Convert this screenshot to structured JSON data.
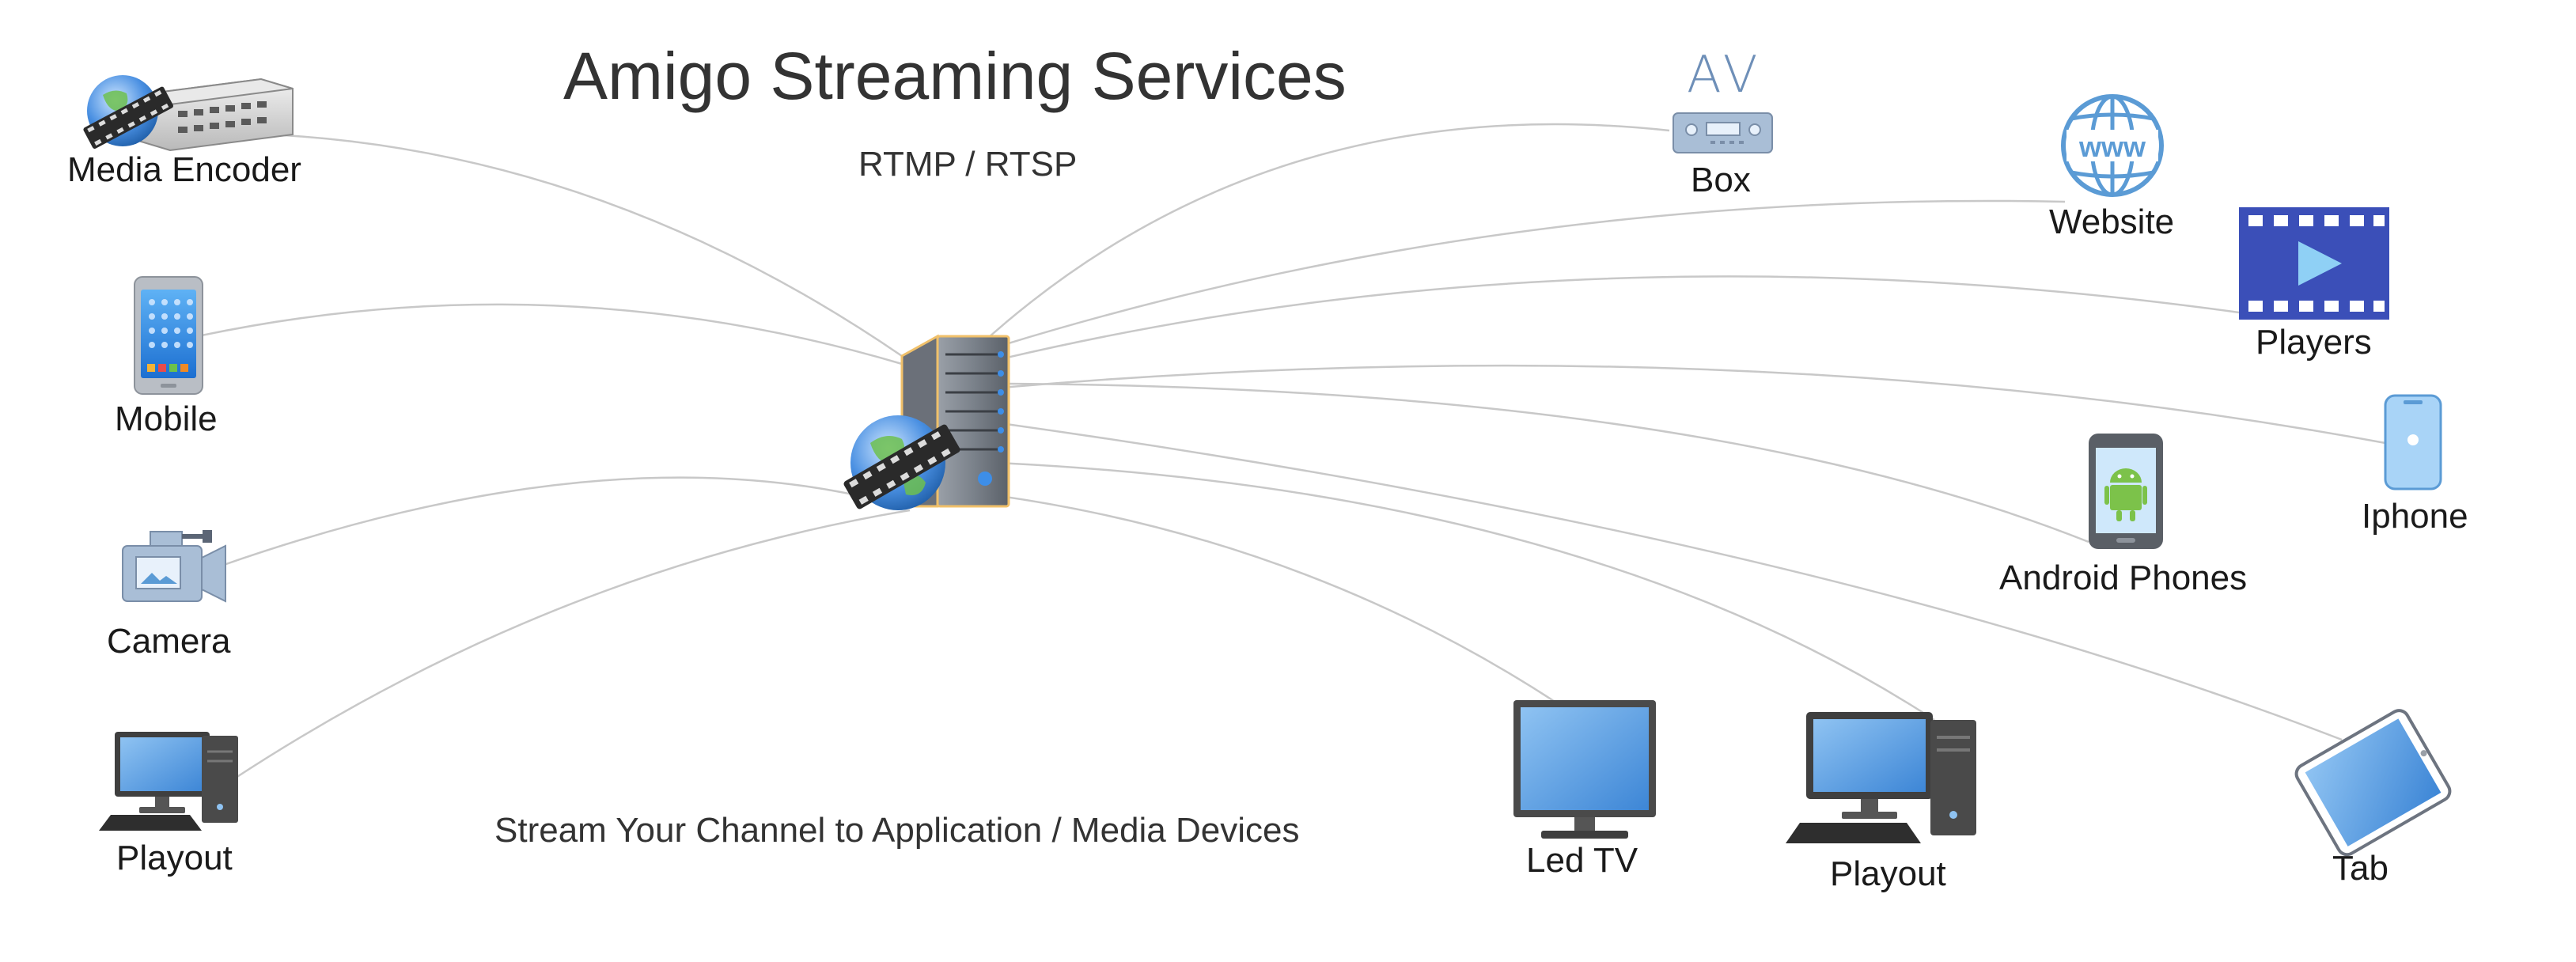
{
  "diagram": {
    "title": "Amigo Streaming Services",
    "protocol": "RTMP / RTSP",
    "tagline": "Stream Your Channel to Application / Media Devices",
    "hub": {
      "icon": "streaming-server-icon"
    },
    "sources": [
      {
        "label": "Media Encoder",
        "icon": "media-encoder-icon"
      },
      {
        "label": "Mobile",
        "icon": "mobile-phone-icon"
      },
      {
        "label": "Camera",
        "icon": "video-camera-icon"
      },
      {
        "label": "Playout",
        "icon": "desktop-computer-icon"
      }
    ],
    "destinations": [
      {
        "label": "Box",
        "icon": "av-receiver-box-icon",
        "badge": "AV"
      },
      {
        "label": "Website",
        "icon": "www-globe-icon",
        "badge": "www"
      },
      {
        "label": "Players",
        "icon": "video-player-icon"
      },
      {
        "label": "Iphone",
        "icon": "iphone-icon"
      },
      {
        "label": "Android Phones",
        "icon": "android-phone-icon"
      },
      {
        "label": "Led TV",
        "icon": "led-tv-icon"
      },
      {
        "label": "Playout",
        "icon": "desktop-computer-icon"
      },
      {
        "label": "Tab",
        "icon": "tablet-icon"
      }
    ],
    "colors": {
      "connector": "#c8c8c8",
      "device_blue": "#5b9bd5",
      "player_blue": "#3b4fb8",
      "android_green": "#7cc24a",
      "text": "#222222"
    }
  }
}
